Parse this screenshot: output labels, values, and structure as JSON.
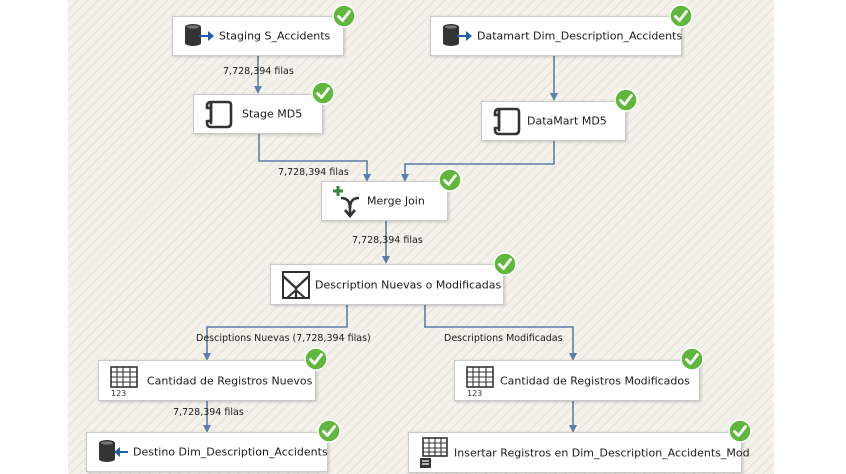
{
  "colors": {
    "canvas": "#f4f1eb",
    "connector": "#5b7fa8",
    "check_fill": "#5fb83c",
    "node_border": "#c9c9c9",
    "arrow_icon": "#1f5fa8"
  },
  "nodes": {
    "staging": {
      "label": "Staging S_Accidents",
      "icon": "ole-db-source-icon",
      "status": "success"
    },
    "datamart_source": {
      "label": "Datamart Dim_Description_Accidents",
      "icon": "ole-db-source-icon",
      "status": "success"
    },
    "stage_md5": {
      "label": "Stage MD5",
      "icon": "script-component-icon",
      "status": "success"
    },
    "datamart_md5": {
      "label": "DataMart MD5",
      "icon": "script-component-icon",
      "status": "success"
    },
    "merge_join": {
      "label": "Merge Join",
      "icon": "merge-join-icon",
      "status": "success"
    },
    "conditional_split": {
      "label": "Description Nuevas o Modificadas",
      "icon": "conditional-split-icon",
      "status": "success"
    },
    "count_new": {
      "label": "Cantidad de Registros Nuevos",
      "icon": "row-count-icon",
      "status": "success"
    },
    "count_modified": {
      "label": "Cantidad de Registros Modificados",
      "icon": "row-count-icon",
      "status": "success"
    },
    "destination": {
      "label": "Destino Dim_Description_Accidents",
      "icon": "ole-db-destination-icon",
      "status": "success"
    },
    "insert_modified": {
      "label": "Insertar Registros en Dim_Description_Accidents_Mod",
      "icon": "ole-db-command-icon",
      "status": "success"
    }
  },
  "edges": {
    "staging_to_stage_md5": "7,728,394 filas",
    "stage_md5_to_merge": "7,728,394 filas",
    "merge_to_split": "7,728,394 filas",
    "split_to_new": "Desciptions Nuevas (7,728,394 filas)",
    "split_to_modified": "Descriptions Modificadas",
    "new_to_destination": "7,728,394 filas"
  }
}
